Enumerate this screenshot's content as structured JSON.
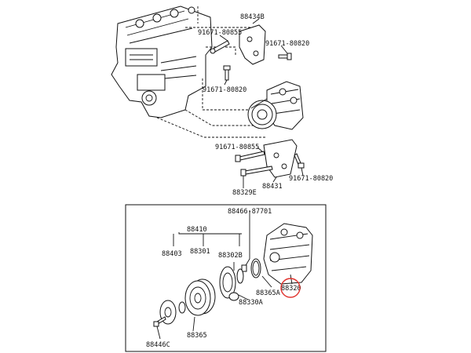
{
  "colors": {
    "ink": "#111111",
    "highlight": "#e0332e",
    "background": "#ffffff"
  },
  "upper": {
    "labels": {
      "p88434b": "88434B",
      "p91671_80855_top": "91671-80855",
      "p91671_80820_top": "91671-80820",
      "p91671_80820_mid": "91671-80820",
      "p91671_80855_low": "91671-80855",
      "p88431": "88431",
      "p88329e": "88329E",
      "p91671_80820_low": "91671-80820"
    }
  },
  "detail": {
    "labels": {
      "p88466_87701": "88466-87701",
      "p88410": "88410",
      "p88403": "88403",
      "p88301": "88301",
      "p88302b": "88302B",
      "p88365a": "88365A",
      "p88320": "88320",
      "p88330a": "88330A",
      "p88365": "88365",
      "p88446c": "88446C"
    },
    "highlighted_part": "88320"
  },
  "icons": [
    "engine-block-icon",
    "compressor-icon",
    "bolt-icon",
    "pulley-icon",
    "clutch-plate-icon",
    "snap-ring-icon"
  ]
}
